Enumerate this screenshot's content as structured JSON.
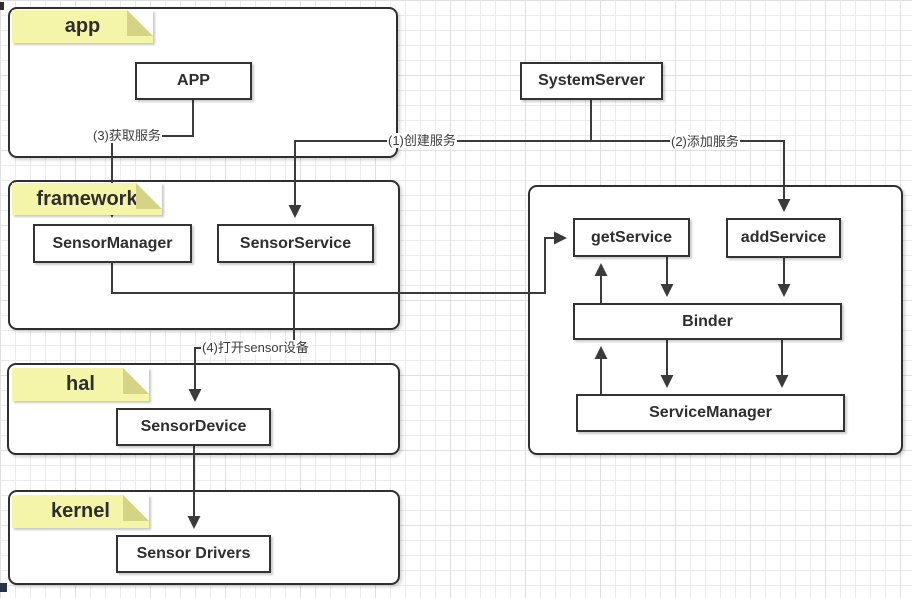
{
  "diagram": {
    "layers": {
      "app": "app",
      "framework": "framework",
      "hal": "hal",
      "kernel": "kernel"
    },
    "nodes": {
      "app_box": "APP",
      "system_server": "SystemServer",
      "sensor_manager": "SensorManager",
      "sensor_service": "SensorService",
      "get_service": "getService",
      "add_service": "addService",
      "binder": "Binder",
      "service_manager": "ServiceManager",
      "sensor_device": "SensorDevice",
      "sensor_drivers": "Sensor Drivers"
    },
    "edge_labels": {
      "step1": "(1)创建服务",
      "step2": "(2)添加服务",
      "step3": "(3)获取服务",
      "step4": "(4)打开sensor设备"
    },
    "colors": {
      "note_fill": "#f5f5a9",
      "note_fold": "#d4d484",
      "line": "#3b3b3b",
      "box_border": "#333333",
      "box_fill": "#ffffff",
      "grid_minor": "#ececec",
      "grid_major": "#e0e0e0"
    }
  }
}
